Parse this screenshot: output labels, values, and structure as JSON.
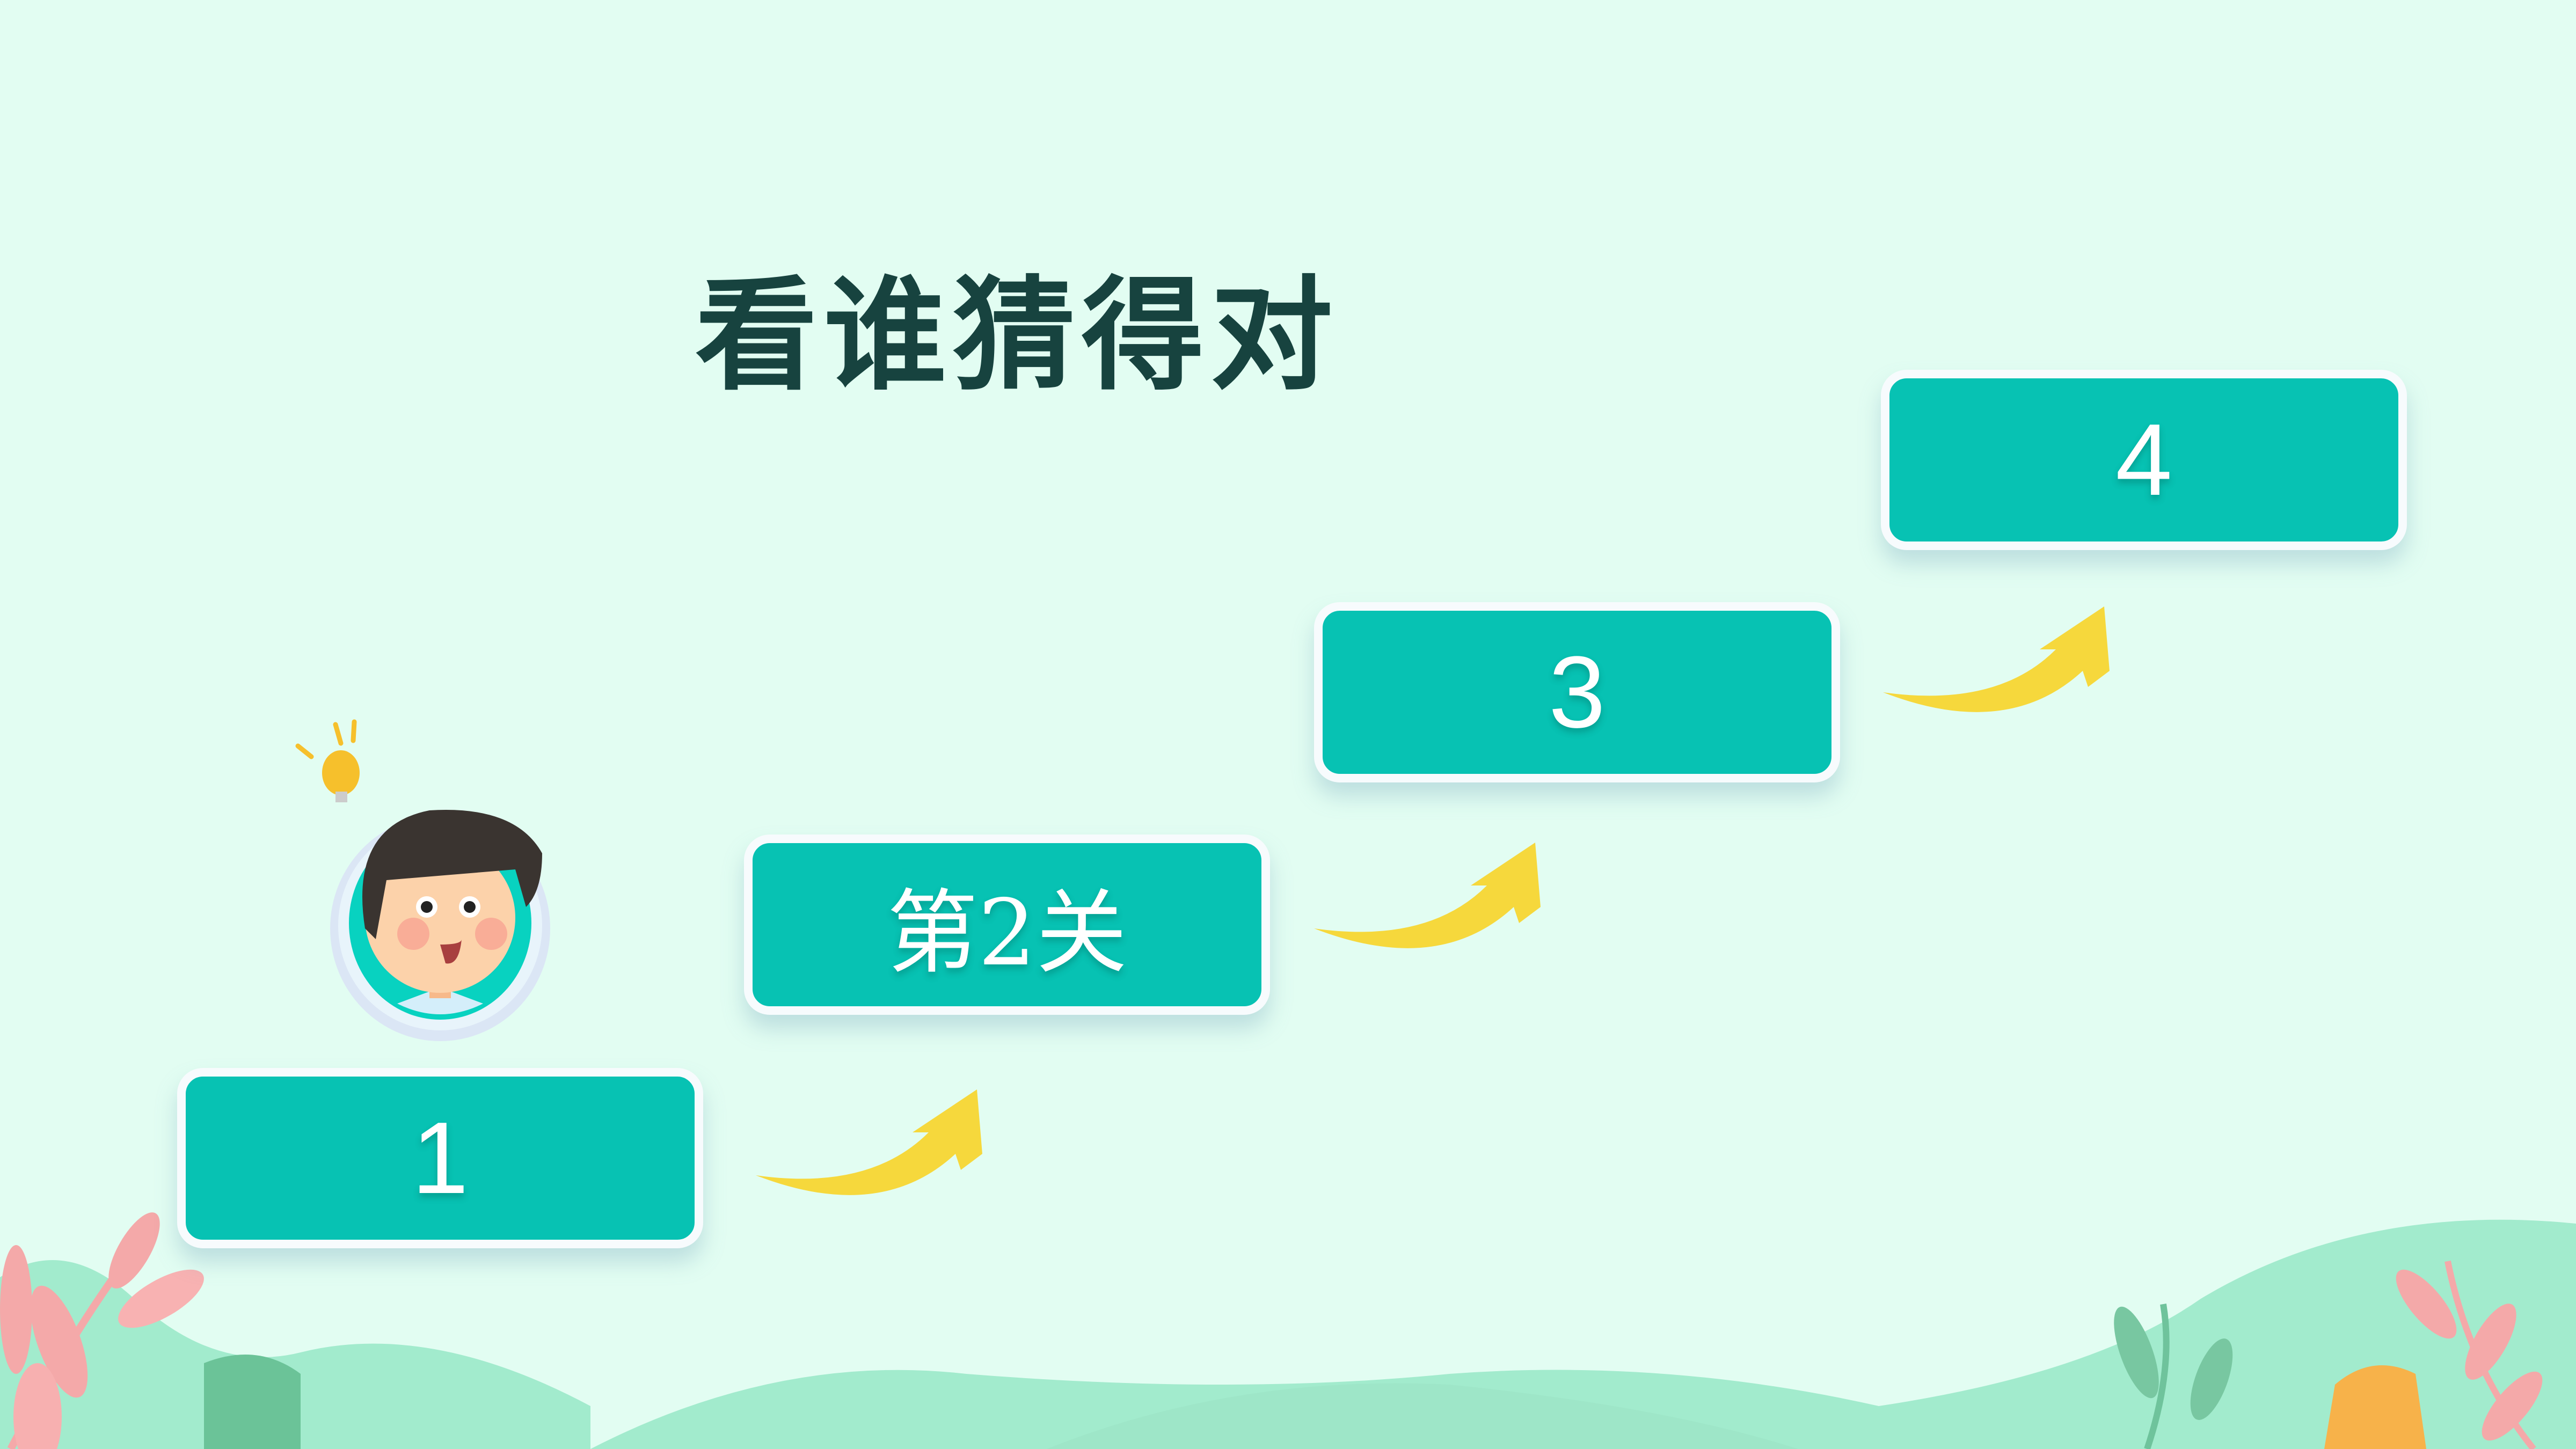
{
  "title": "看谁猜得对",
  "steps": [
    {
      "label": "1"
    },
    {
      "label": "第2关"
    },
    {
      "label": "3"
    },
    {
      "label": "4"
    }
  ],
  "colors": {
    "background": "#e2fdf2",
    "step": "#07c2b3",
    "arrow": "#f6d83c",
    "title": "#17433f"
  }
}
